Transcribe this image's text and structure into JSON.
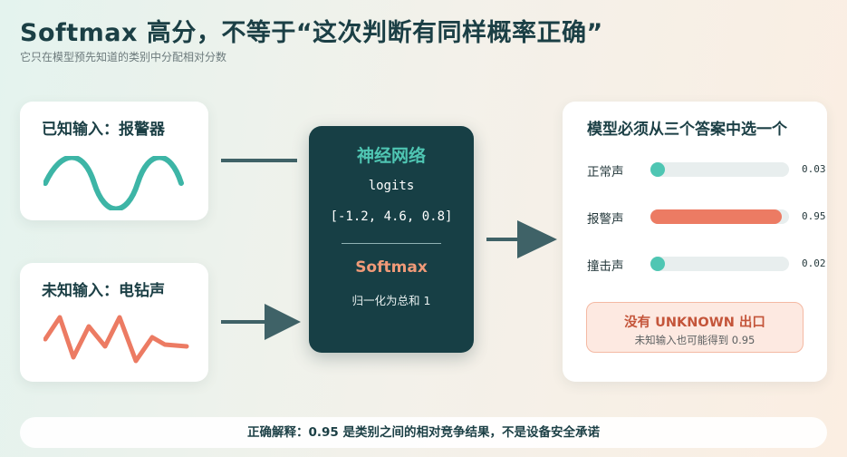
{
  "title": "Softmax 高分，不等于“这次判断有同样概率正确”",
  "subtitle": "它只在模型预先知道的类别中分配相对分数",
  "known_input": {
    "title": "已知输入：报警器",
    "wave_color": "#3db5a6"
  },
  "unknown_input": {
    "title": "未知输入：电钻声",
    "wave_color": "#ec7b63"
  },
  "network": {
    "title": "神经网络",
    "logits_label": "logits",
    "logits_values": "[-1.2, 4.6, 0.8]",
    "softmax_label": "Softmax",
    "softmax_desc": "归一化为总和 1"
  },
  "result": {
    "title": "模型必须从三个答案中选一个",
    "rows": [
      {
        "label": "正常声",
        "value": "0.03",
        "fraction": 0.03,
        "color": "#4fc6b3"
      },
      {
        "label": "报警声",
        "value": "0.95",
        "fraction": 0.95,
        "color": "#ec7b63"
      },
      {
        "label": "撞击声",
        "value": "0.02",
        "fraction": 0.02,
        "color": "#4fc6b3"
      }
    ],
    "unknown_title": "没有 UNKNOWN 出口",
    "unknown_note": "未知输入也可能得到 0.95"
  },
  "footer": "正确解释：0.95 是类别之间的相对竞争结果，不是设备安全承诺",
  "colors": {
    "dark": "#173f45",
    "connector": "#3f6267"
  }
}
